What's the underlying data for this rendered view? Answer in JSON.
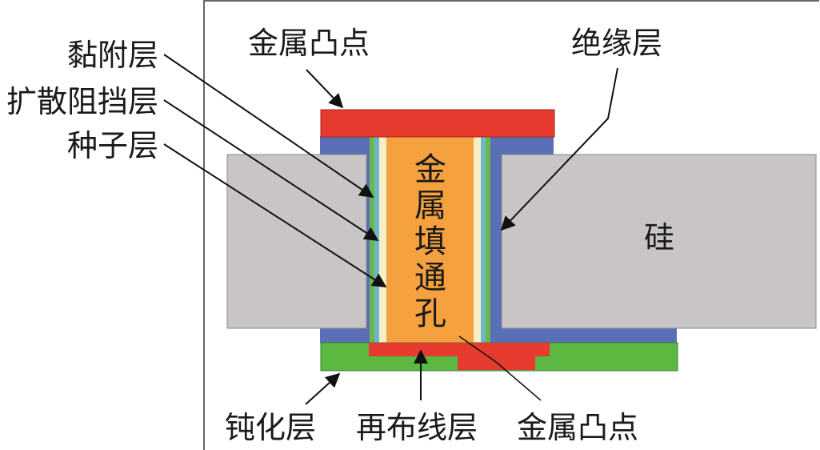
{
  "labels": {
    "top_bump": "金属凸点",
    "insulation": "绝缘层",
    "adhesion": "黏附层",
    "diffusion_barrier": "扩散阻挡层",
    "seed": "种子层",
    "via_fill_chars": [
      "金",
      "属",
      "填",
      "通",
      "孔"
    ],
    "silicon": "硅",
    "passivation": "钝化层",
    "rdl": "再布线层",
    "bottom_bump": "金属凸点"
  },
  "colors": {
    "silicon": "#c9c5c6",
    "insulation": "#5a6fb5",
    "metal_fill": "#f6a13f",
    "bump": "#e63b2e",
    "passivation": "#5cb841",
    "adhesion": "#6ab84c",
    "barrier": "#6fb6c8",
    "seed": "#f7efc6"
  }
}
